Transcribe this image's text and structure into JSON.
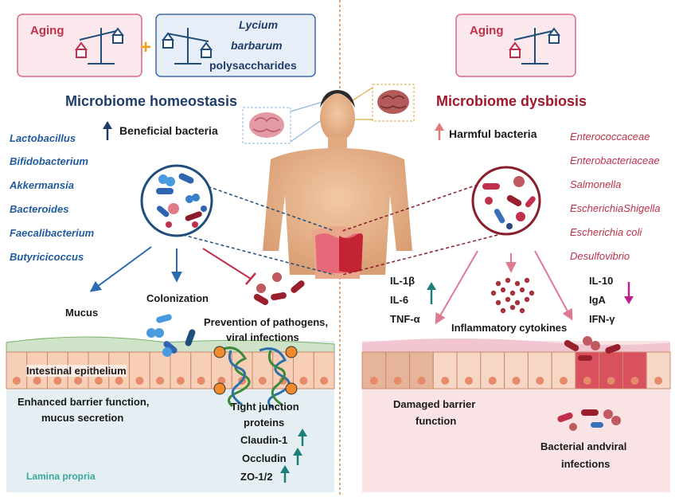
{
  "left": {
    "aging": "Aging",
    "lbp": [
      "Lycium",
      "barbarum",
      "polysaccharides"
    ],
    "heading": "Microbiome homeostasis",
    "beneficial": "Beneficial bacteria",
    "bacteria": [
      "Lactobacillus",
      "Bifidobacterium",
      "Akkermansia",
      "Bacteroides",
      "Faecalibacterium",
      "Butyricicoccus"
    ],
    "mucus": "Mucus",
    "colonization": "Colonization",
    "prevention": [
      "Prevention of pathogens,",
      "viral infections"
    ],
    "epithelium": "Intestinal epithelium",
    "barrier": [
      "Enhanced barrier function,",
      "mucus secretion"
    ],
    "tight": [
      "Tight junction",
      "proteins"
    ],
    "proteins": [
      "Claudin-1",
      "Occludin",
      "ZO-1/2"
    ],
    "lamina": "Lamina propria"
  },
  "right": {
    "aging": "Aging",
    "heading": "Microbiome dysbiosis",
    "harmful": "Harmful bacteria",
    "bacteria": [
      "Enterococcaceae",
      "Enterobacteriaceae",
      "Salmonella",
      "EscherichiaShigella",
      "Escherichia coli",
      "Desulfovibrio"
    ],
    "cytokines_up": [
      "IL-1β",
      "IL-6",
      "TNF-α"
    ],
    "cytokines_down": [
      "IL-10",
      "IgA",
      "IFN-γ"
    ],
    "inflammatory": "Inflammatory cytokines",
    "damaged": [
      "Damaged barrier",
      "function"
    ],
    "infection": [
      "Bacterial andviral",
      "infections"
    ]
  },
  "plus": "+",
  "colors": {
    "blue": "#1f5a9e",
    "red": "#c0304a",
    "teal": "#1d7f77",
    "magenta": "#c0208a"
  }
}
